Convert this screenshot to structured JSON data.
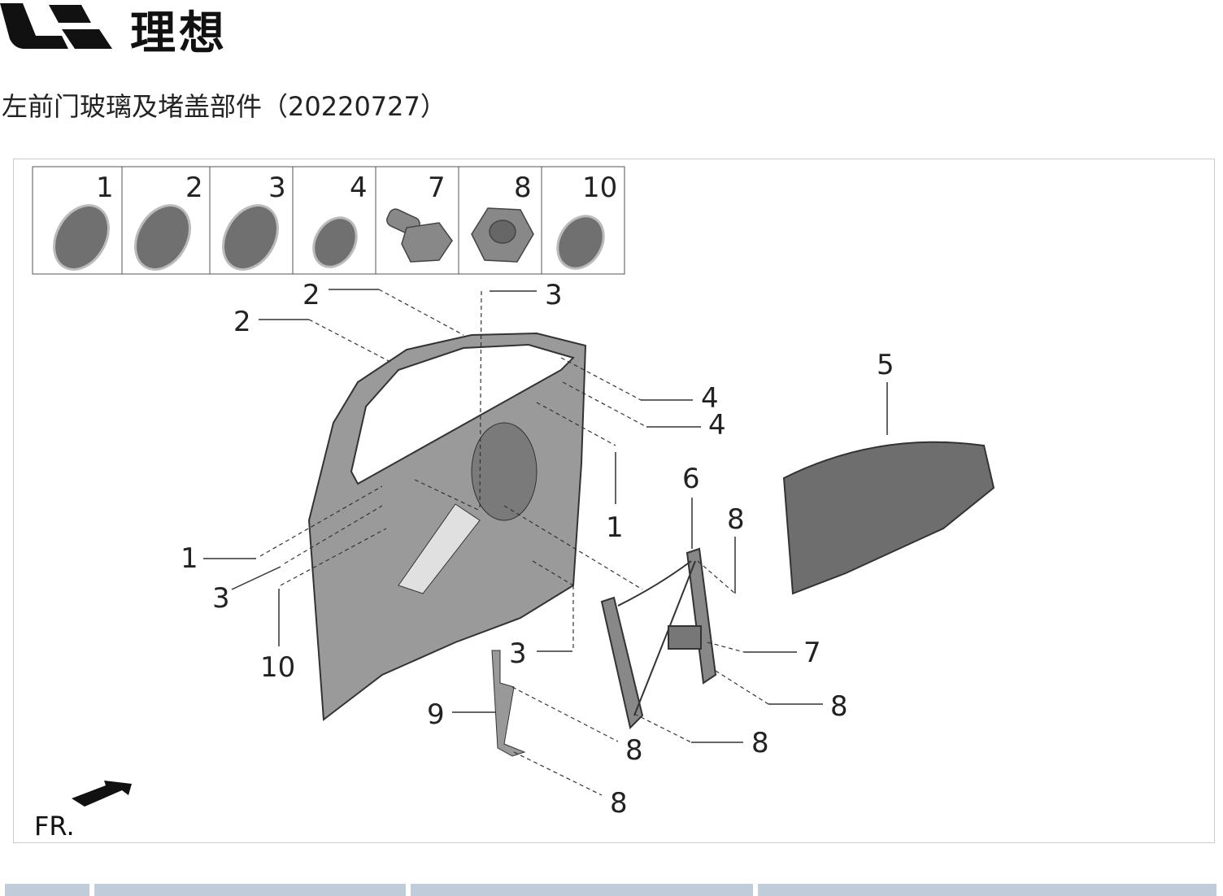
{
  "brand": {
    "name": "理想"
  },
  "title": "左前门玻璃及堵盖部件（20220727）",
  "thumbnails": [
    "1",
    "2",
    "3",
    "4",
    "7",
    "8",
    "10"
  ],
  "callouts": {
    "c2a": "2",
    "c3a": "3",
    "c2b": "2",
    "c5": "5",
    "c4a": "4",
    "c4b": "4",
    "c6": "6",
    "c8a": "8",
    "c1a": "1",
    "c1b": "1",
    "c3b": "3",
    "c7": "7",
    "c3c": "3",
    "c10": "10",
    "c8b": "8",
    "c9": "9",
    "c8c": "8",
    "c8d": "8",
    "c8e": "8"
  },
  "orientation": "FR.",
  "colors": {
    "part": "#6e6e6e",
    "door": "#9a9a9a",
    "table_header": "#c0ccda"
  }
}
